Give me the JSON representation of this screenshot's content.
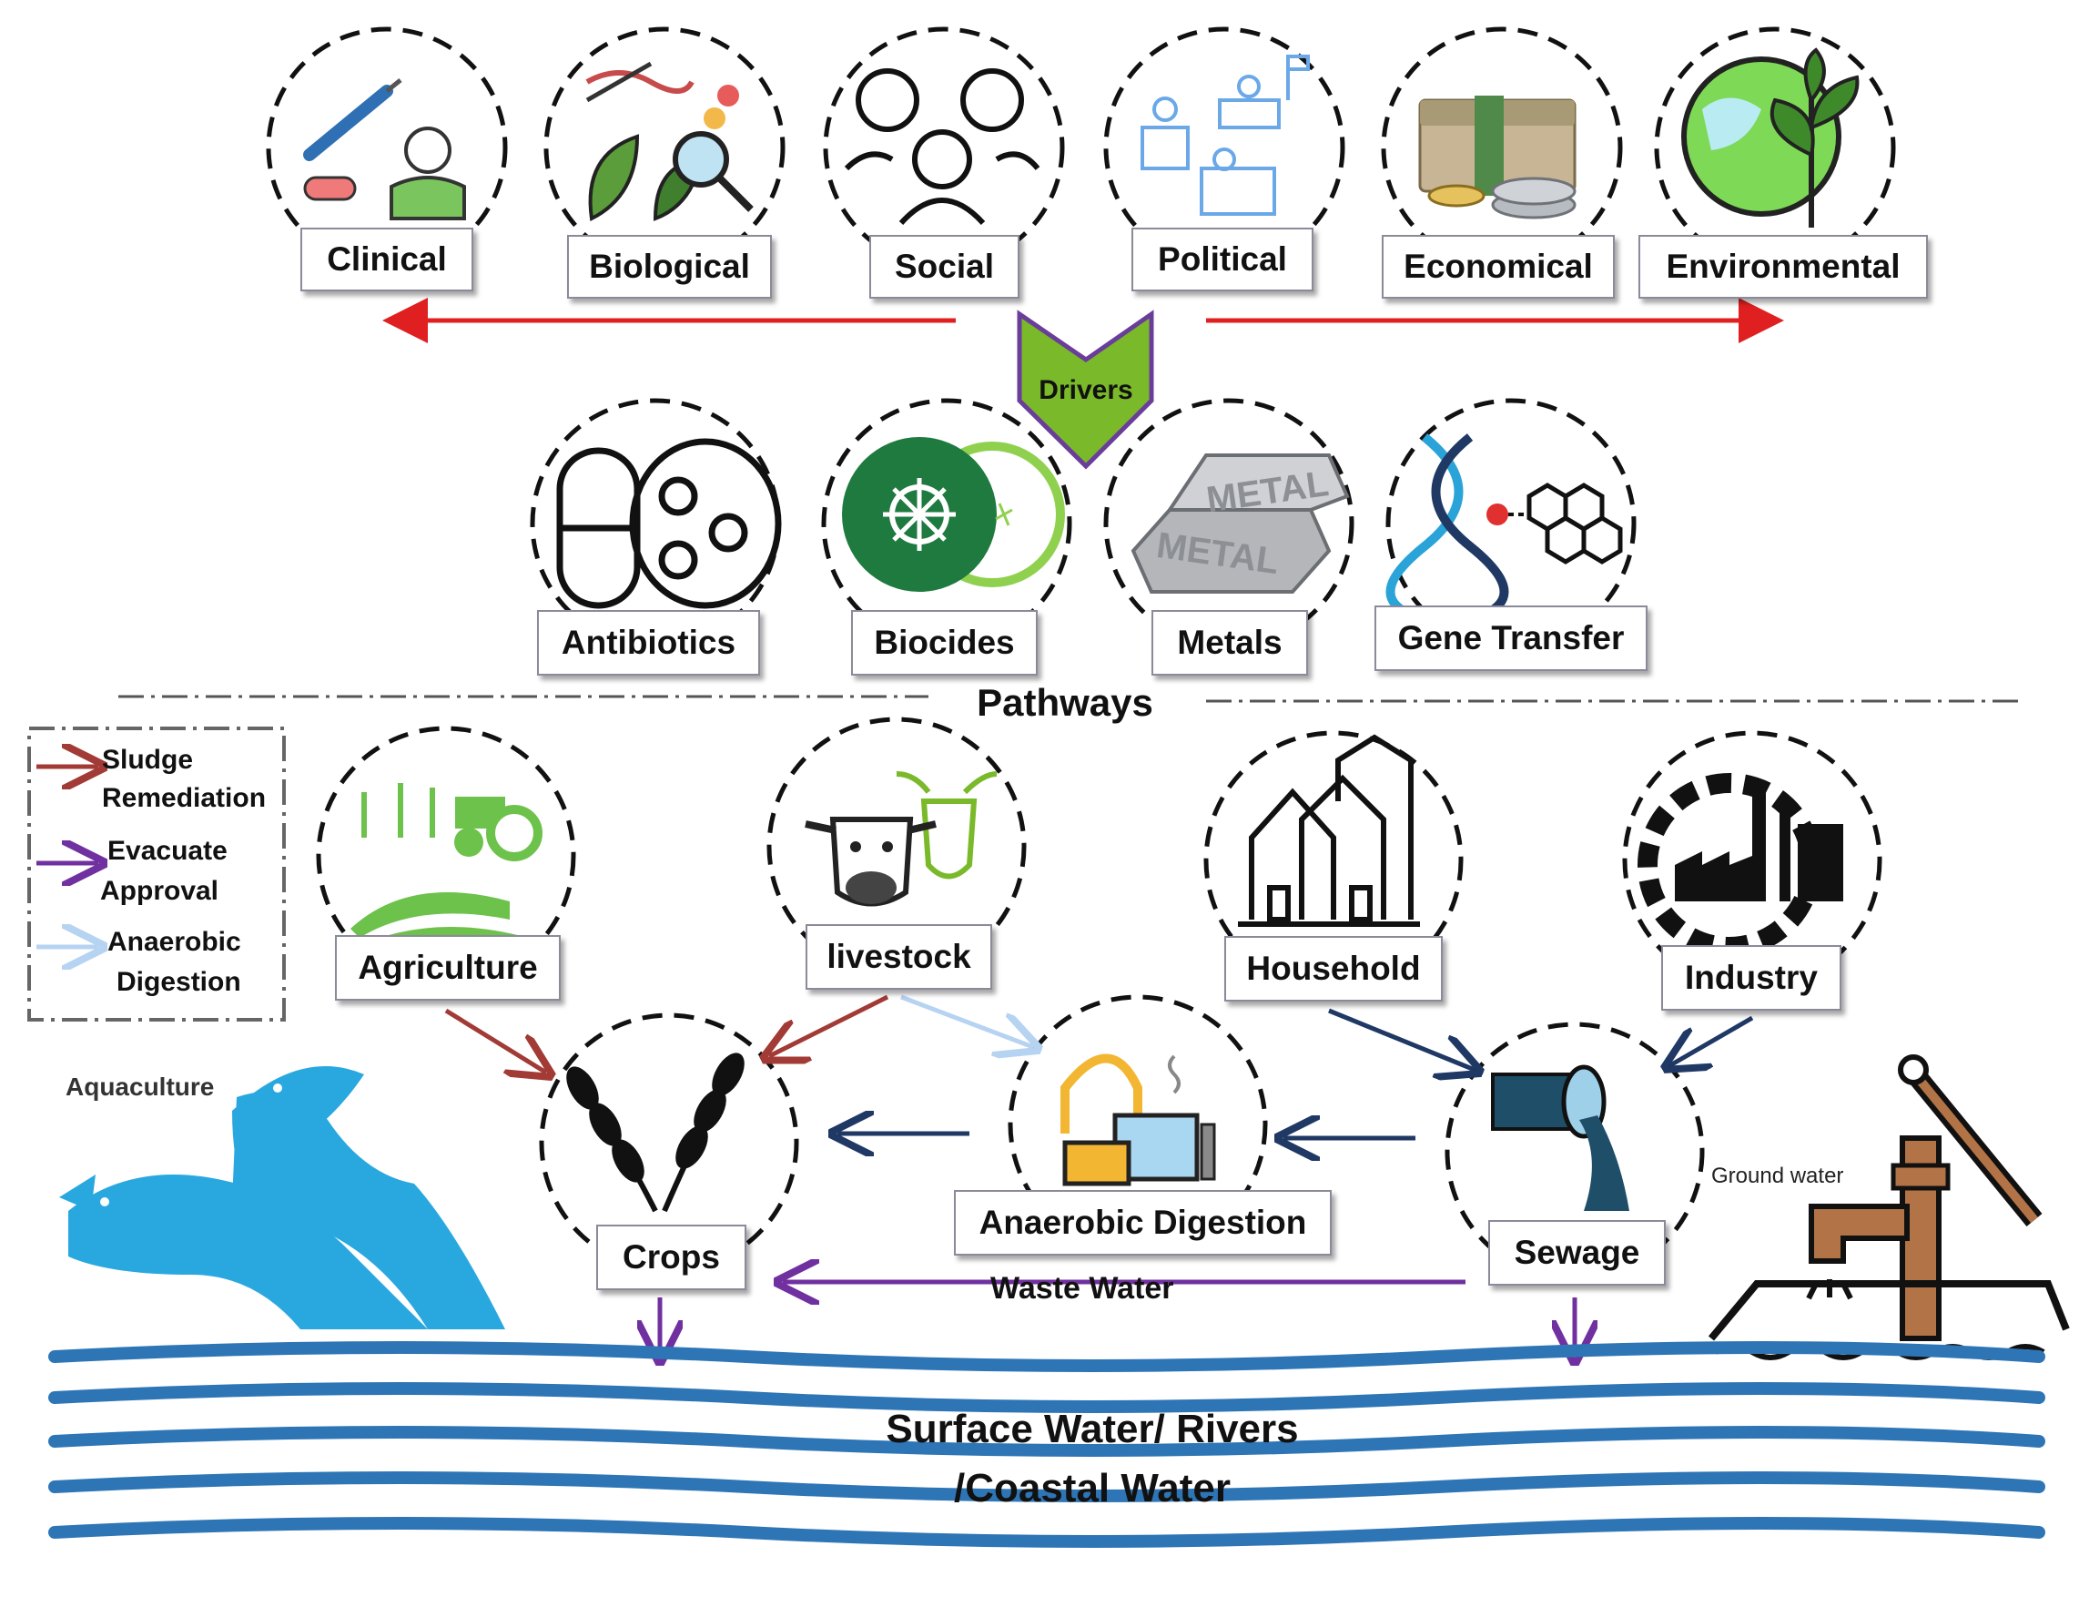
{
  "drivers": {
    "badge": "Drivers",
    "items": [
      "Clinical",
      "Biological",
      "Social",
      "Political",
      "Economical",
      "Environmental"
    ]
  },
  "mechanisms": [
    "Antibiotics",
    "Biocides",
    "Metals",
    "Gene Transfer"
  ],
  "pathways": {
    "title": "Pathways",
    "sources": [
      "Agriculture",
      "livestock",
      "Household",
      "Industry"
    ],
    "nodes": {
      "crops": "Crops",
      "anaerobic_digestion": "Anaerobic Digestion",
      "sewage": "Sewage",
      "waste_water": "Waste Water"
    }
  },
  "legend": {
    "items": [
      {
        "line1": "Sludge",
        "line2": "Remediation",
        "color": "#a23b36"
      },
      {
        "line1": "Evacuate",
        "line2": "Approval",
        "color": "#7030a0"
      },
      {
        "line1": "Anaerobic",
        "line2": "Digestion",
        "color": "#b7d3f2"
      }
    ]
  },
  "aquaculture": "Aquaculture",
  "groundwater": "Ground water",
  "water": {
    "line1": "Surface Water/ Rivers",
    "line2": "/Coastal Water"
  },
  "metal_text": "METAL",
  "colors": {
    "red": "#e02020",
    "brown": "#a23b36",
    "purple": "#7030a0",
    "navy": "#1f3864",
    "lightblue": "#b7d3f2",
    "wave": "#2e75b6",
    "green": "#7ab929",
    "fish": "#29a8e0"
  }
}
